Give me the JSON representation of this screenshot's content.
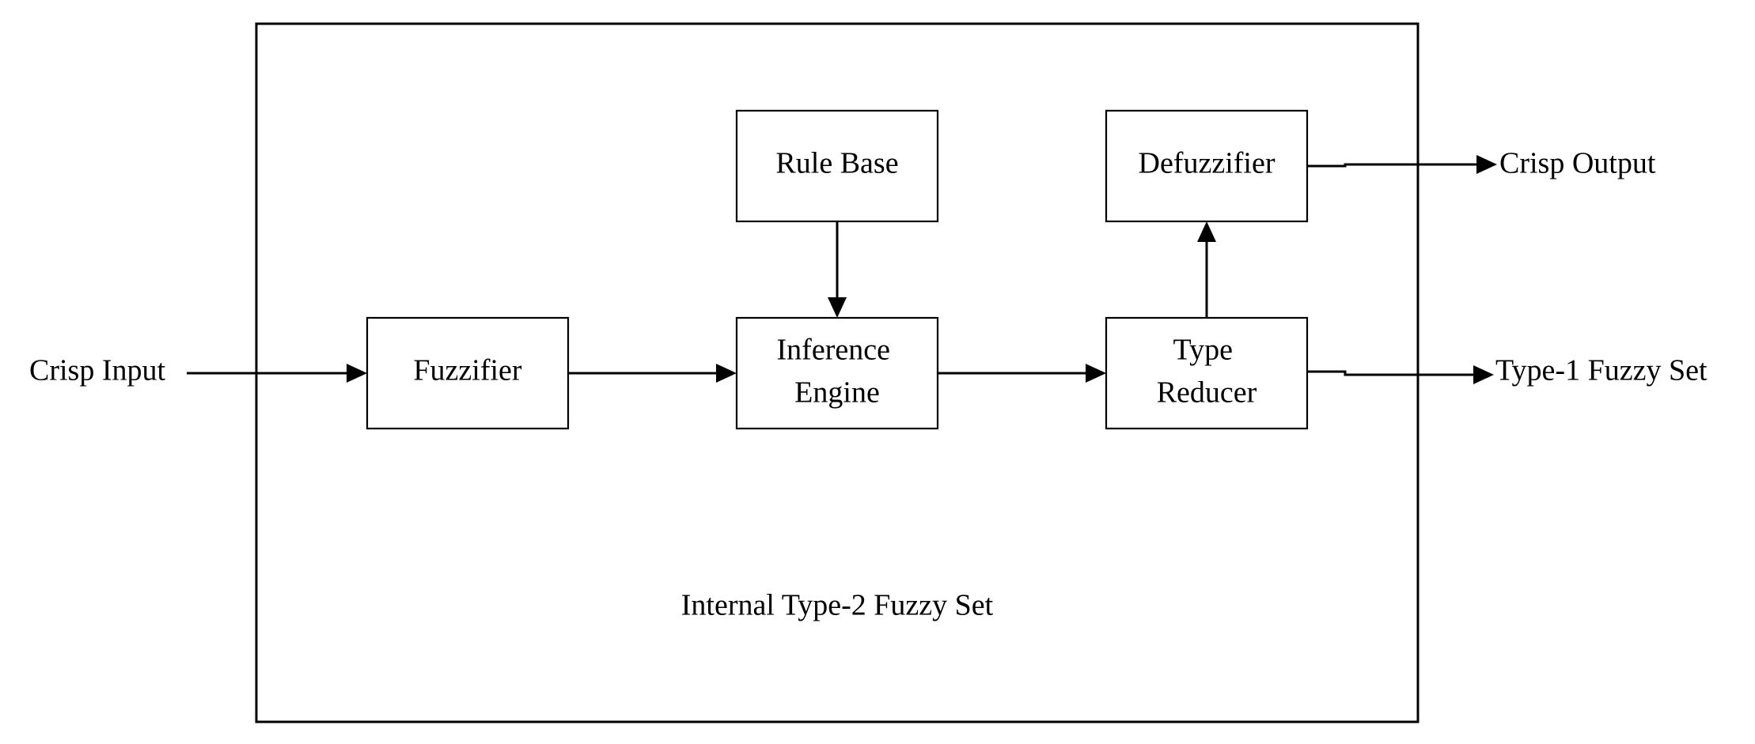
{
  "blocks": {
    "fuzzifier": "Fuzzifier",
    "rule_base": "Rule Base",
    "inference_engine": [
      "Inference",
      "Engine"
    ],
    "type_reducer": [
      "Type",
      "Reducer"
    ],
    "defuzzifier": "Defuzzifier"
  },
  "io": {
    "input": "Crisp Input",
    "crisp_output": "Crisp Output",
    "type1_output": "Type-1 Fuzzy Set"
  },
  "container_label": "Internal Type-2 Fuzzy Set"
}
